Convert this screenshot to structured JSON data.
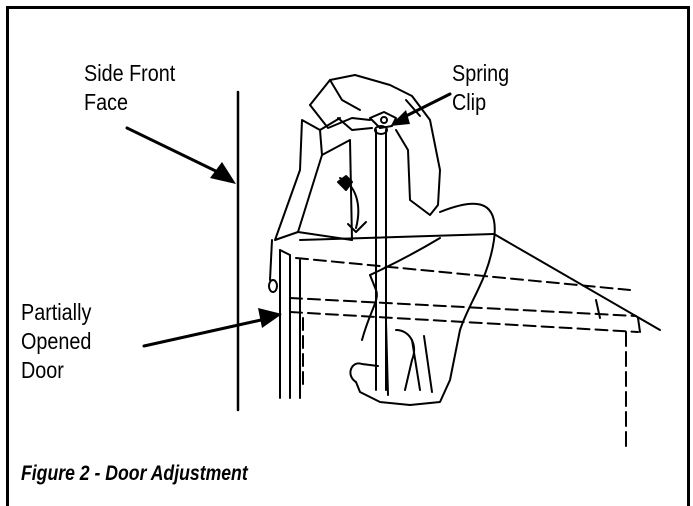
{
  "labels": {
    "side_front_face": [
      "Side Front",
      "Face"
    ],
    "spring_clip": [
      "Spring",
      "Clip"
    ],
    "partially_opened_door": [
      "Partially",
      "Opened",
      "Door"
    ]
  },
  "caption": "Figure 2 - Door Adjustment",
  "icons": [
    "hand-icon",
    "curved-arrow-icon",
    "spring-clip-icon"
  ]
}
